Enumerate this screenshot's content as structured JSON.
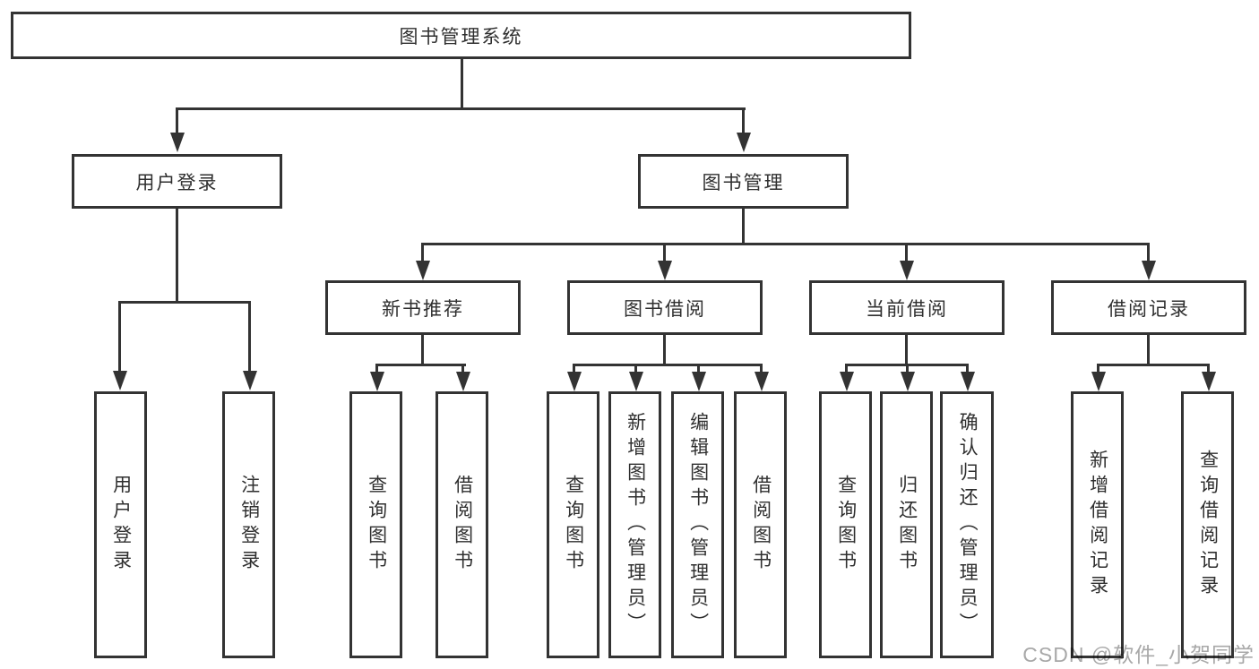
{
  "diagram": {
    "type": "hierarchy-tree",
    "root": {
      "label": "图书管理系统",
      "children": [
        {
          "label": "用户登录",
          "children": [
            {
              "label": "用户登录"
            },
            {
              "label": "注销登录"
            }
          ]
        },
        {
          "label": "图书管理",
          "children": [
            {
              "label": "新书推荐",
              "children": [
                {
                  "label": "查询图书"
                },
                {
                  "label": "借阅图书"
                }
              ]
            },
            {
              "label": "图书借阅",
              "children": [
                {
                  "label": "查询图书"
                },
                {
                  "label": "新增图书（管理员）"
                },
                {
                  "label": "编辑图书（管理员）"
                },
                {
                  "label": "借阅图书"
                }
              ]
            },
            {
              "label": "当前借阅",
              "children": [
                {
                  "label": "查询图书"
                },
                {
                  "label": "归还图书"
                },
                {
                  "label": "确认归还（管理员）"
                }
              ]
            },
            {
              "label": "借阅记录",
              "children": [
                {
                  "label": "新增借阅记录"
                },
                {
                  "label": "查询借阅记录"
                }
              ]
            }
          ]
        }
      ]
    }
  },
  "watermark": {
    "text": "CSDN @软件_小贺同学"
  },
  "colors": {
    "line": "#333333",
    "text": "#2f2f2f",
    "box_bg": "#ffffff",
    "page_bg": "#ffffff",
    "watermark": "#a8a8a8"
  }
}
